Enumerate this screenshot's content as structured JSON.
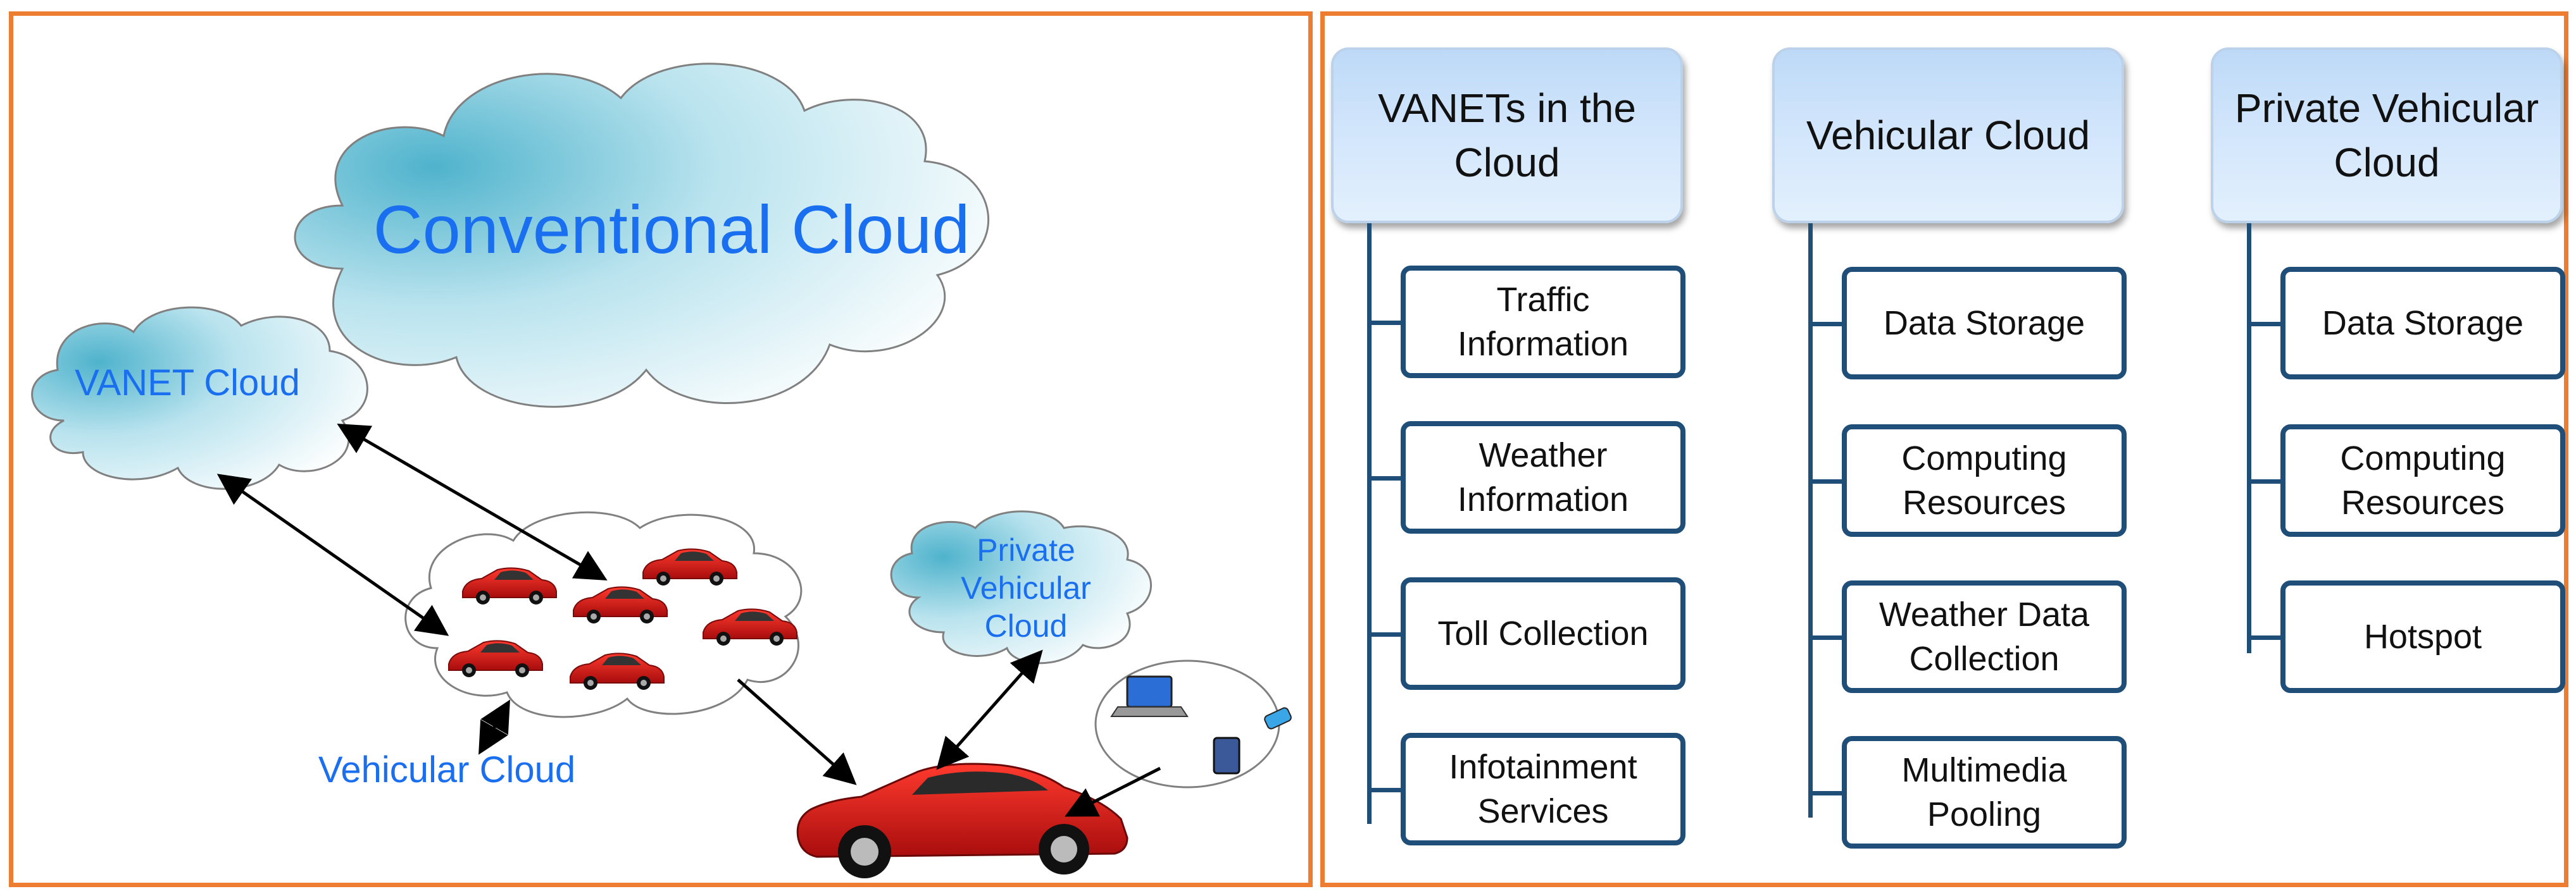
{
  "left": {
    "clouds": {
      "conventional": "Conventional Cloud",
      "vanet": "VANET Cloud",
      "private_line1": "Private",
      "private_line2": "Vehicular",
      "private_line3": "Cloud",
      "vehicular": "Vehicular Cloud"
    }
  },
  "right": {
    "columns": [
      {
        "header": "VANETs  in the Cloud",
        "items": [
          "Traffic Information",
          "Weather Information",
          "Toll Collection",
          "Infotainment Services"
        ]
      },
      {
        "header": "Vehicular Cloud",
        "items": [
          "Data Storage",
          "Computing Resources",
          "Weather Data Collection",
          "Multimedia Pooling"
        ]
      },
      {
        "header": "Private Vehicular Cloud",
        "items": [
          "Data Storage",
          "Computing Resources",
          "Hotspot"
        ]
      }
    ]
  },
  "colors": {
    "border": "#ed7d31",
    "box_border": "#1f4e79",
    "cloud_text": "#1a6ff0",
    "car_red": "#d11a1a"
  }
}
